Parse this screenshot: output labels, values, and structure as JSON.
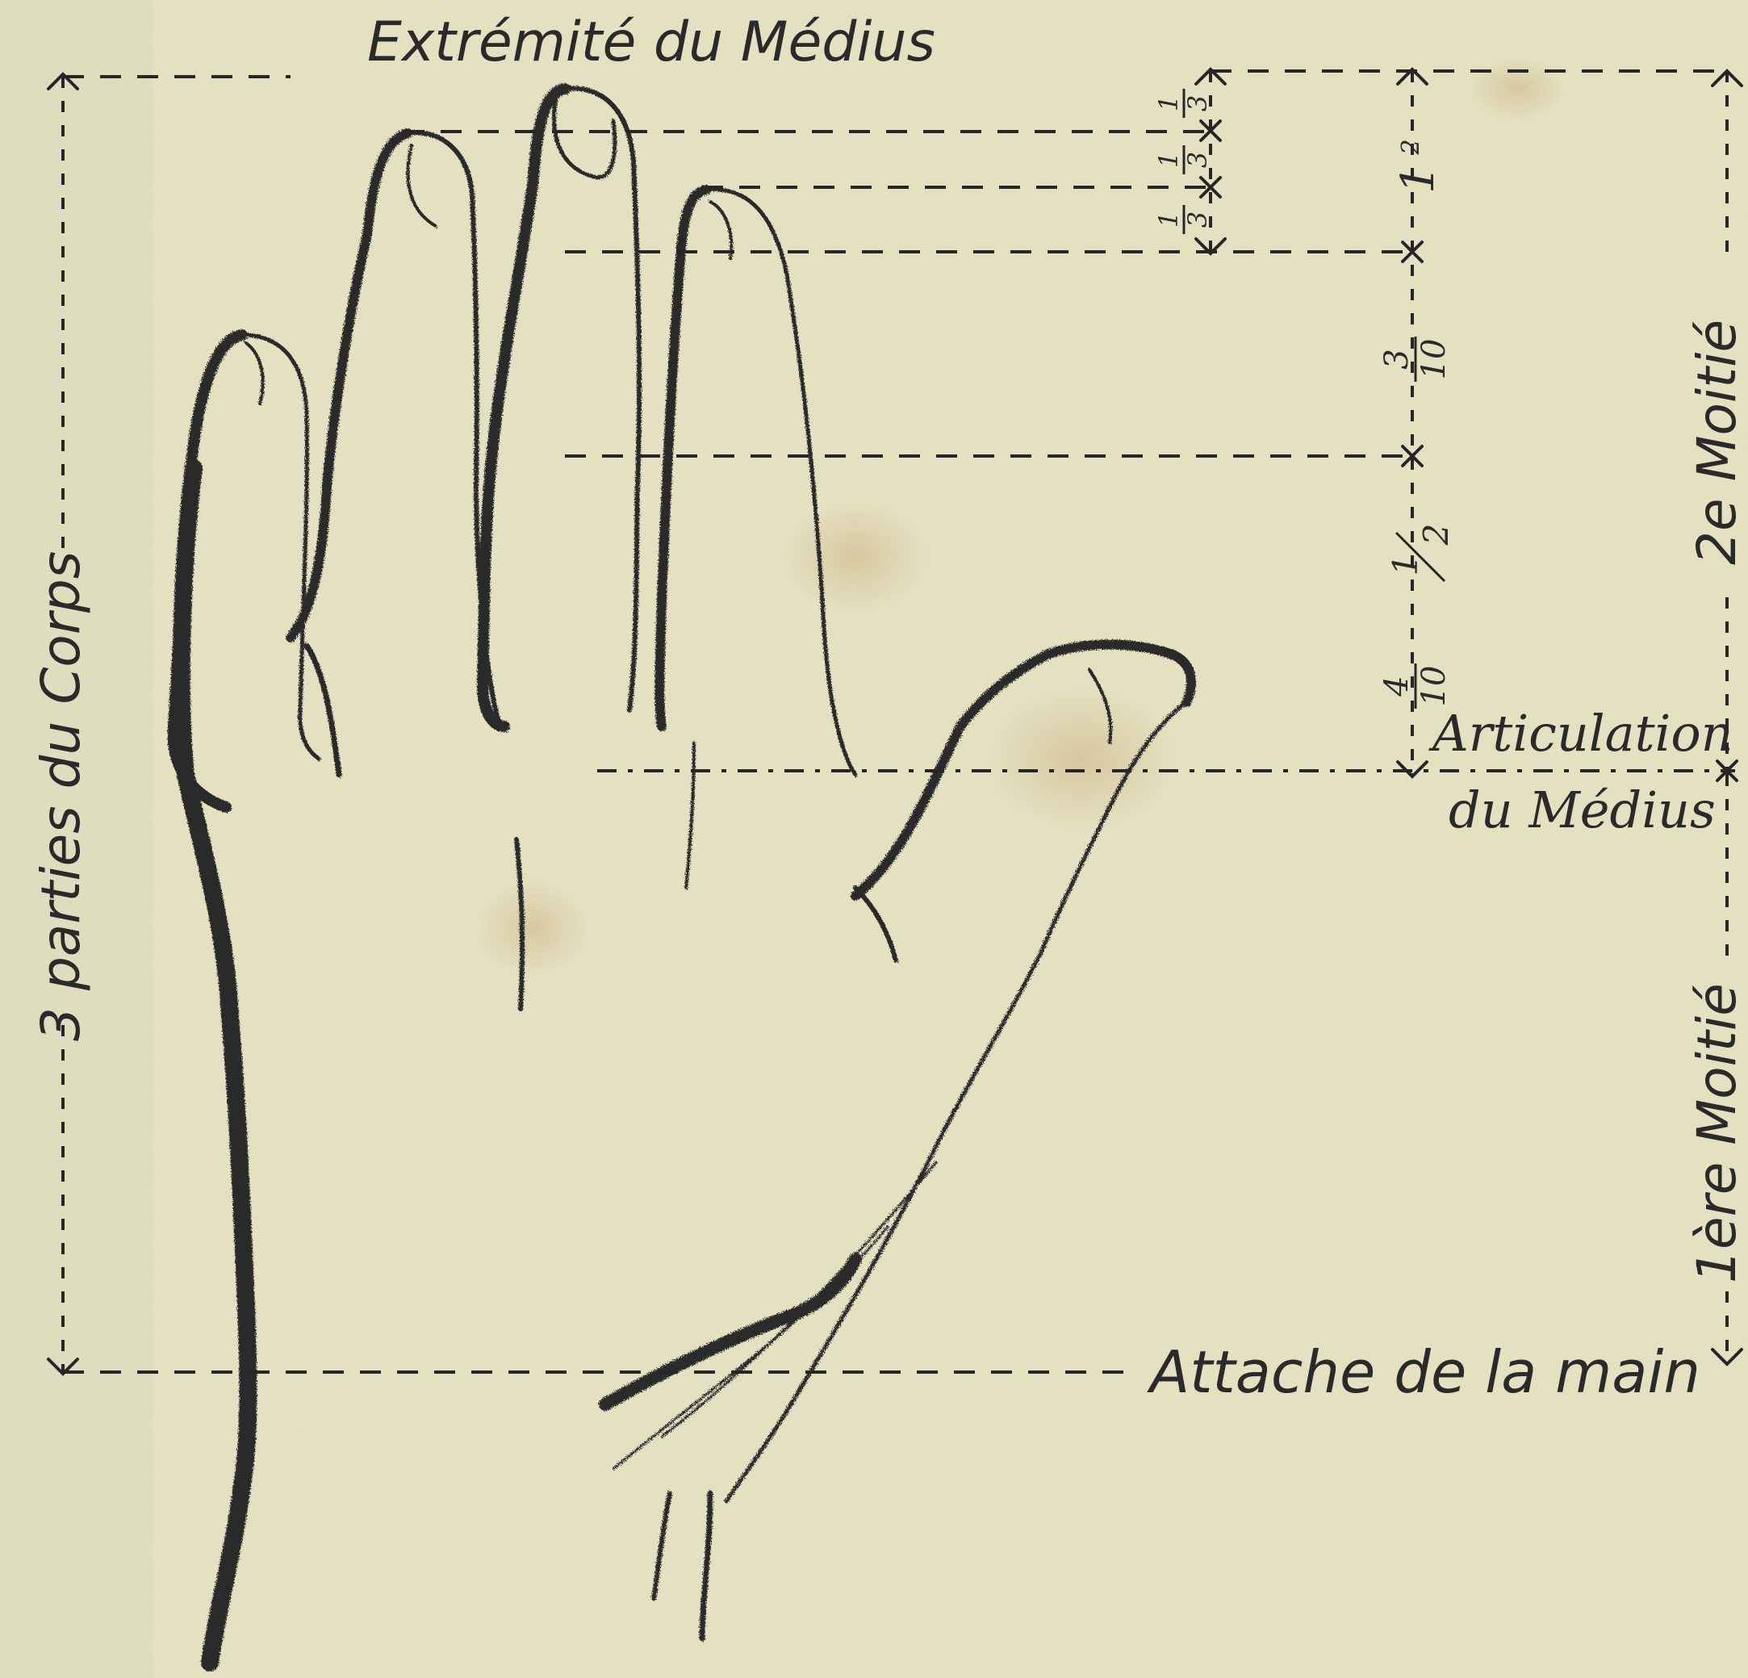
{
  "colors": {
    "paper": "#e7e4c4",
    "ink": "#2a2a2a",
    "stain": "#d9c9a3"
  },
  "labels": {
    "top": "Extrémité du Médius",
    "left": "3 parties du Corps",
    "right_upper": "2e Moitié",
    "right_lower": "1ère Moitié",
    "articulation_line1": "Articulation",
    "articulation_line2": "du Médius",
    "bottom": "Attache de la main"
  },
  "fractions": {
    "phalanx_1": {
      "num": "1",
      "den": "3"
    },
    "phalanx_2": {
      "num": "1",
      "den": "3"
    },
    "phalanx_3": {
      "num": "1",
      "den": "3"
    },
    "finger_half": {
      "num": "1",
      "den": "2"
    },
    "segment_3_10": {
      "num": "3",
      "den": "10"
    },
    "segment_1_2": {
      "num": "1",
      "den": "2"
    },
    "segment_4_10": {
      "num": "4",
      "den": "10"
    }
  }
}
